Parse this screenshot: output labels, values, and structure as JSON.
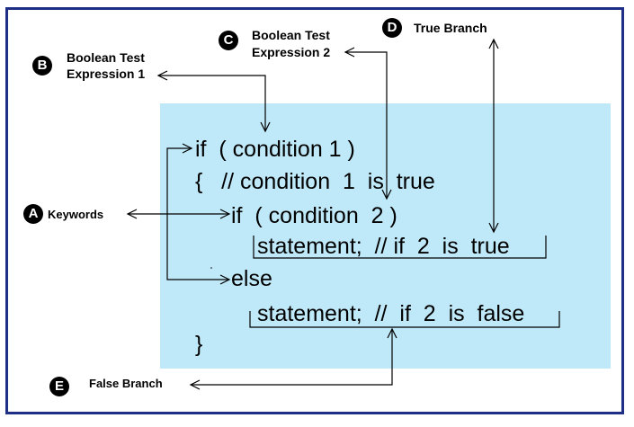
{
  "code": {
    "line1": "if  ( condition 1 )",
    "line2": "{   // condition  1  is  true",
    "line3": "if  ( condition  2 )",
    "line4": "statement;  // if  2  is  true",
    "line5": "else",
    "line6": "statement;  //  if  2  is  false",
    "line7": "}"
  },
  "callouts": {
    "a": {
      "badge": "A",
      "label": "Keywords"
    },
    "b": {
      "badge": "B",
      "label_line1": "Boolean Test",
      "label_line2": "Expression 1"
    },
    "c": {
      "badge": "C",
      "label_line1": "Boolean Test",
      "label_line2": "Expression 2"
    },
    "d": {
      "badge": "D",
      "label": "True Branch"
    },
    "e": {
      "badge": "E",
      "label": "False Branch"
    }
  },
  "colors": {
    "frame": "#1f2f86",
    "code_background": "#bfe9f8"
  }
}
